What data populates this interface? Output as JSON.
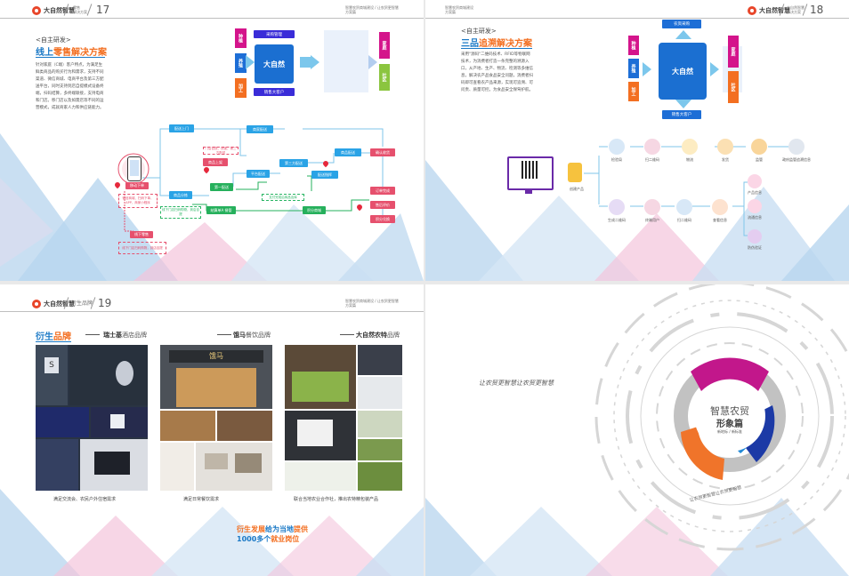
{
  "brand": {
    "logo_text": "大自然智慧"
  },
  "p17": {
    "page_number": "17",
    "hdr_small_1": "零售",
    "hdr_small_2": "解决方案",
    "hdr_right_1": "智慧农贸商城建设",
    "hdr_right_2": "方案篇",
    "hdr_right_3": "让农贸更智慧",
    "tag": "<自主研发>",
    "title_a": "线上",
    "title_b": "零售解决方案",
    "paragraph": "针对家庭（C端）客户特点，为满足生鲜类商品的购买行为和需求，支持不同渠道、微信商城、电商平台及第三方配送平台，同时支持到店自提模式设备终端，扫码结算，多终端联接，支持电商和门店。移门店以及如需店等不同的运营模式，成就商家人力和供应链能力。",
    "left_labels": [
      "种植",
      "养殖",
      "加工"
    ],
    "top_bar": "采购管理",
    "bottom_bar": "销售大客户",
    "center": "大自然",
    "right_labels": [
      "家庭",
      "社区"
    ],
    "flow": {
      "start": "移动下单",
      "online_order": "商品上架",
      "door": "配送上门",
      "pick": "商品分拣",
      "first_delivery": "第一配送",
      "platform": "平台配送",
      "third": "第三方配送",
      "goods": "商品配送",
      "dispatch": "配送指挥",
      "payment": "结算单A 餐管",
      "collect": "商家配送",
      "confirm": "确认收货",
      "review": "积分商城",
      "evaluate": "售后评价",
      "complete": "订单完成",
      "points": "积分兑换",
      "offline": "线下零售",
      "note1": "微信商城、扫码下单、APP、商家小程序",
      "note2": "门店自提、快递、第三方配送",
      "note3": "线下门店扫码购物，到店自提",
      "note4": "支付完成后商品出库"
    }
  },
  "p18": {
    "page_number": "18",
    "hdr_small_1": "智慧农贸商城建设",
    "hdr_small_2": "方案篇",
    "hdr_right_1": "大自然智慧",
    "hdr_right_2": "解决方案",
    "tag": "<自主研发>",
    "title_a": "三品",
    "title_b": "追溯解决方案",
    "paragraph": "采用\"源码\"二维码技术、RFID等物联网技术，为消费者打造一条完整的溯源入口，从产地、生产、物流、检测等多维信息，解决农产品食品安全问题，消费者扫码即可查看农产品来源，实现可追溯、可问责、质量可控。为食品安全保驾护航。",
    "left_labels": [
      "种植",
      "养殖",
      "加工"
    ],
    "top_bar": "农资采购",
    "bottom_bar": "销售大客户",
    "center": "大自然",
    "right_labels": [
      "家庭",
      "社区"
    ],
    "create_label": "创建产品",
    "row1": [
      "检验局",
      "扫二维码",
      "物流",
      "发货",
      "监管",
      "政府监管追溯信息"
    ],
    "row2": [
      "生成二维码",
      "终端用户",
      "扫二维码",
      "查看信息"
    ],
    "right_col": [
      "产品信息",
      "流通信息",
      "防伪验证"
    ]
  },
  "p19": {
    "page_number": "19",
    "hdr_small": "衍生品牌",
    "hdr_right_1": "智慧农贸商城建设",
    "hdr_right_2": "方案篇",
    "hdr_right_3": "让农贸更智慧",
    "heading_a": "衍生",
    "heading_b": "品牌",
    "brand1": "瑞士基",
    "brand1b": "酒店品牌",
    "brand2": "饿马",
    "brand2b": "餐饮品牌",
    "brand3": "大自然农特",
    "brand3b": "品牌",
    "restaurant_sign": "饿马",
    "cap1": "满足交流会、农民户外住宿需求",
    "cap2": "满足日常餐饮需求",
    "cap3": "联合当地农业合作社，推出农特精包装产品",
    "hl_1a": "衍生发展",
    "hl_1b": "给为当地",
    "hl_1c": "提供",
    "hl_2a": "1000多个",
    "hl_2b": "就业岗位"
  },
  "cover": {
    "signature": "让农贸更智慧让农贸更智慧",
    "title": "智慧农贸",
    "subtitle": "形象篇",
    "small1": "新地标",
    "small2": "新标准",
    "handwriting": "让农贸更智慧让农贸更智慧",
    "colors": {
      "magenta": "#c2178b",
      "blue": "#1c3aa6",
      "orange": "#f0742a",
      "gray": "#a8a8a8",
      "cyan": "#2289d6"
    }
  }
}
